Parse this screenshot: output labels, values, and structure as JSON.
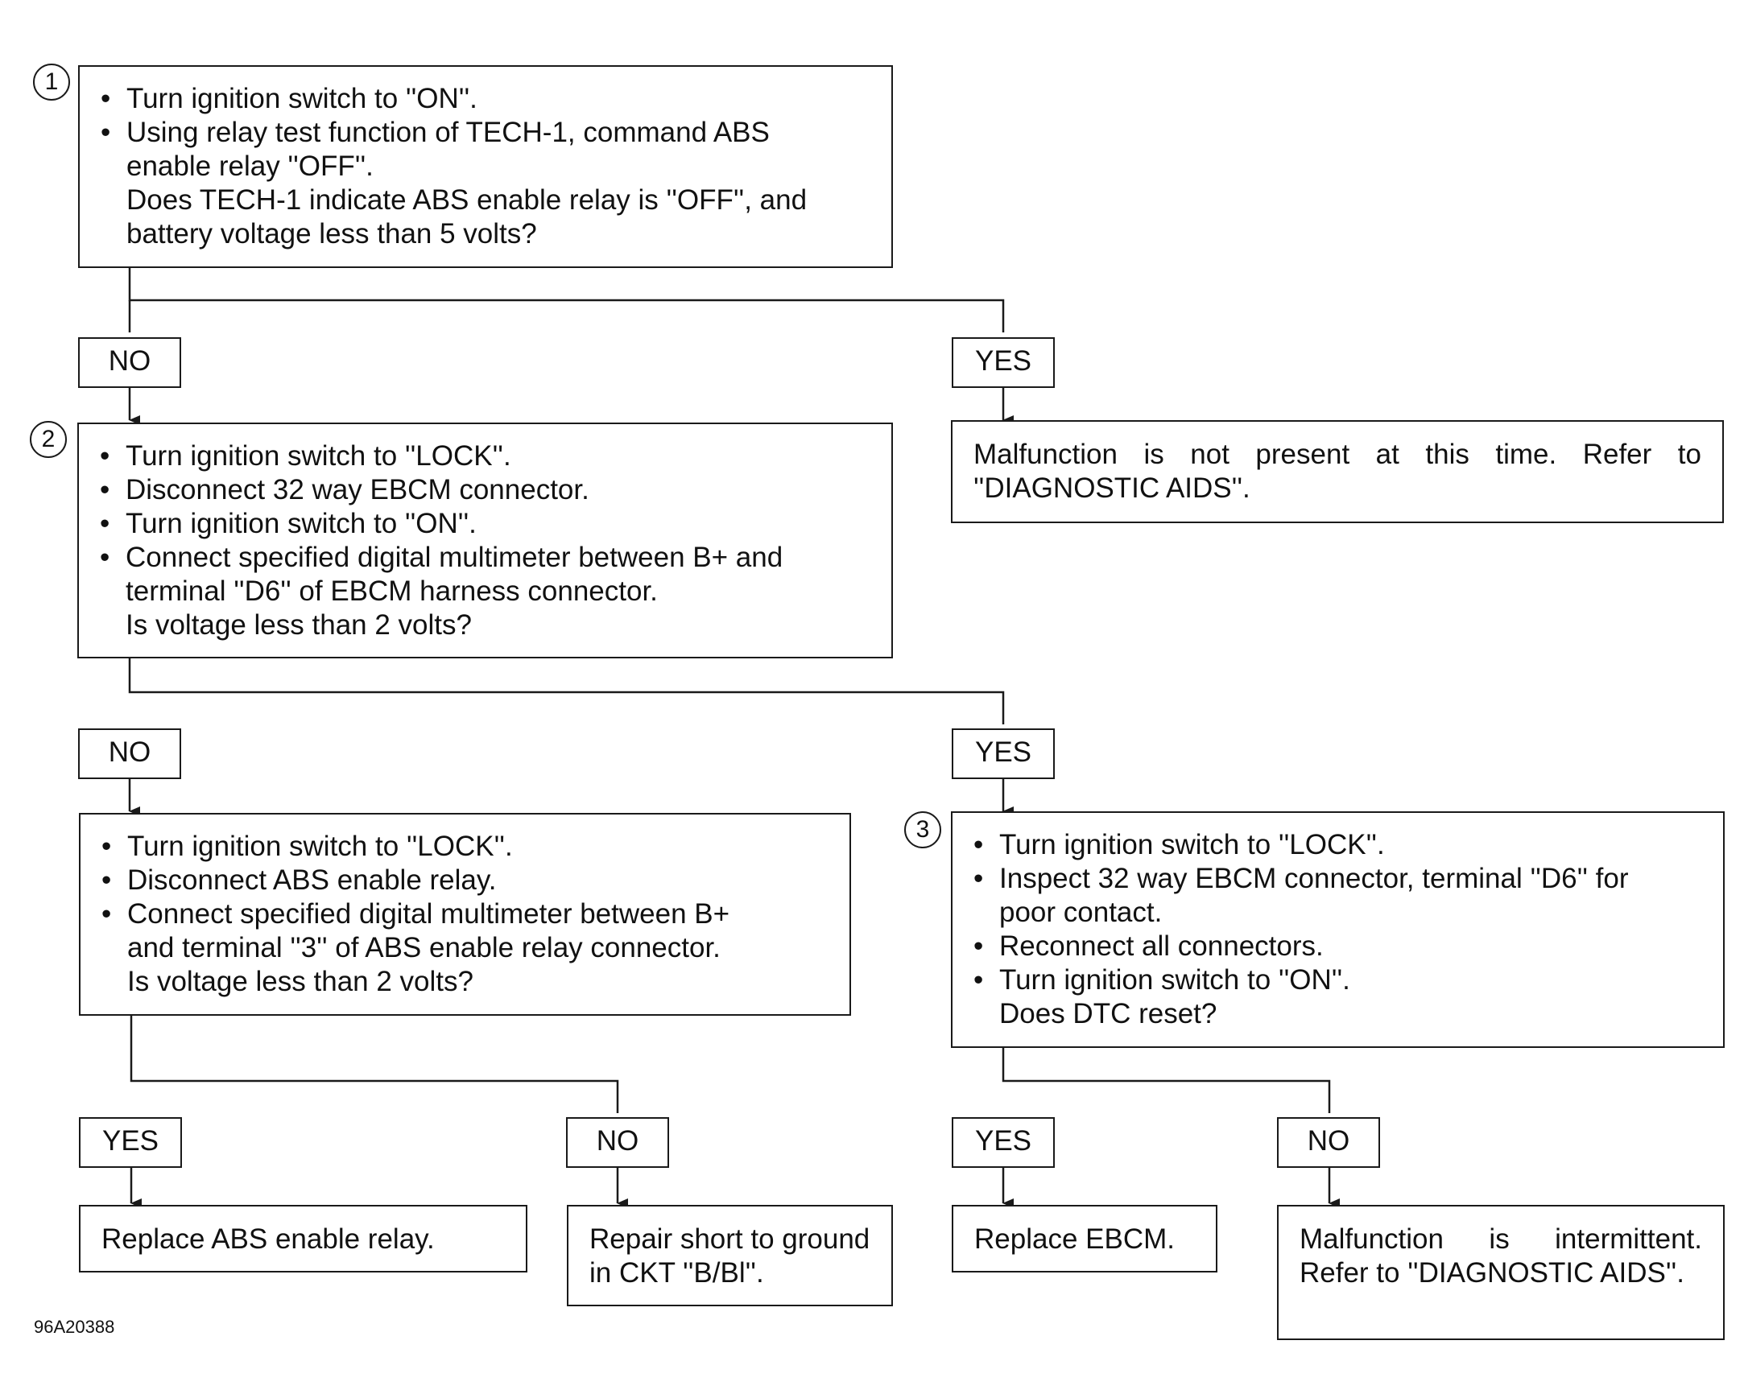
{
  "figure_code": "96A20388",
  "steps": [
    {
      "number": "1",
      "lines": [
        {
          "text": "Turn ignition switch to ''ON''.",
          "bullet": true
        },
        {
          "text": "Using relay test function of TECH-1, command ABS",
          "bullet": true
        },
        {
          "text": "enable relay ''OFF''.",
          "bullet": false
        },
        {
          "text": "Does TECH-1 indicate ABS enable relay is ''OFF'', and",
          "bullet": false
        },
        {
          "text": "battery voltage less than 5 volts?",
          "bullet": false
        }
      ]
    },
    {
      "number": "2",
      "lines": [
        {
          "text": "Turn ignition switch to ''LOCK''.",
          "bullet": true
        },
        {
          "text": "Disconnect 32 way EBCM connector.",
          "bullet": true
        },
        {
          "text": "Turn ignition switch to ''ON''.",
          "bullet": true
        },
        {
          "text": "Connect specified digital multimeter between B+ and",
          "bullet": true
        },
        {
          "text": "terminal ''D6'' of EBCM harness connector.",
          "bullet": false
        },
        {
          "text": "Is voltage less than 2 volts?",
          "bullet": false
        }
      ]
    },
    {
      "number": "",
      "lines": [
        {
          "text": "Turn ignition switch to ''LOCK''.",
          "bullet": true
        },
        {
          "text": "Disconnect ABS enable relay.",
          "bullet": true
        },
        {
          "text": "Connect specified digital multimeter between B+",
          "bullet": true
        },
        {
          "text": "and terminal ''3'' of ABS enable relay connector.",
          "bullet": false
        },
        {
          "text": "Is voltage less than 2 volts?",
          "bullet": false
        }
      ]
    },
    {
      "number": "3",
      "lines": [
        {
          "text": "Turn ignition switch to ''LOCK''.",
          "bullet": true
        },
        {
          "text": "Inspect 32 way EBCM connector, terminal ''D6'' for",
          "bullet": true
        },
        {
          "text": "poor contact.",
          "bullet": false
        },
        {
          "text": "Reconnect all connectors.",
          "bullet": true
        },
        {
          "text": "Turn ignition switch to ''ON''.",
          "bullet": true
        },
        {
          "text": "Does DTC reset?",
          "bullet": false
        }
      ]
    }
  ],
  "branch_labels": [
    "NO",
    "YES",
    "NO",
    "YES",
    "YES",
    "NO",
    "YES",
    "NO"
  ],
  "results": [
    "Malfunction is not present at this time. Refer to ''DIAGNOSTIC AIDS''.",
    "Replace ABS enable relay.",
    "Repair short to ground in CKT ''B/Bl''.",
    "Replace EBCM.",
    "Malfunction is intermittent. Refer to ''DIAGNOSTIC AIDS''."
  ]
}
